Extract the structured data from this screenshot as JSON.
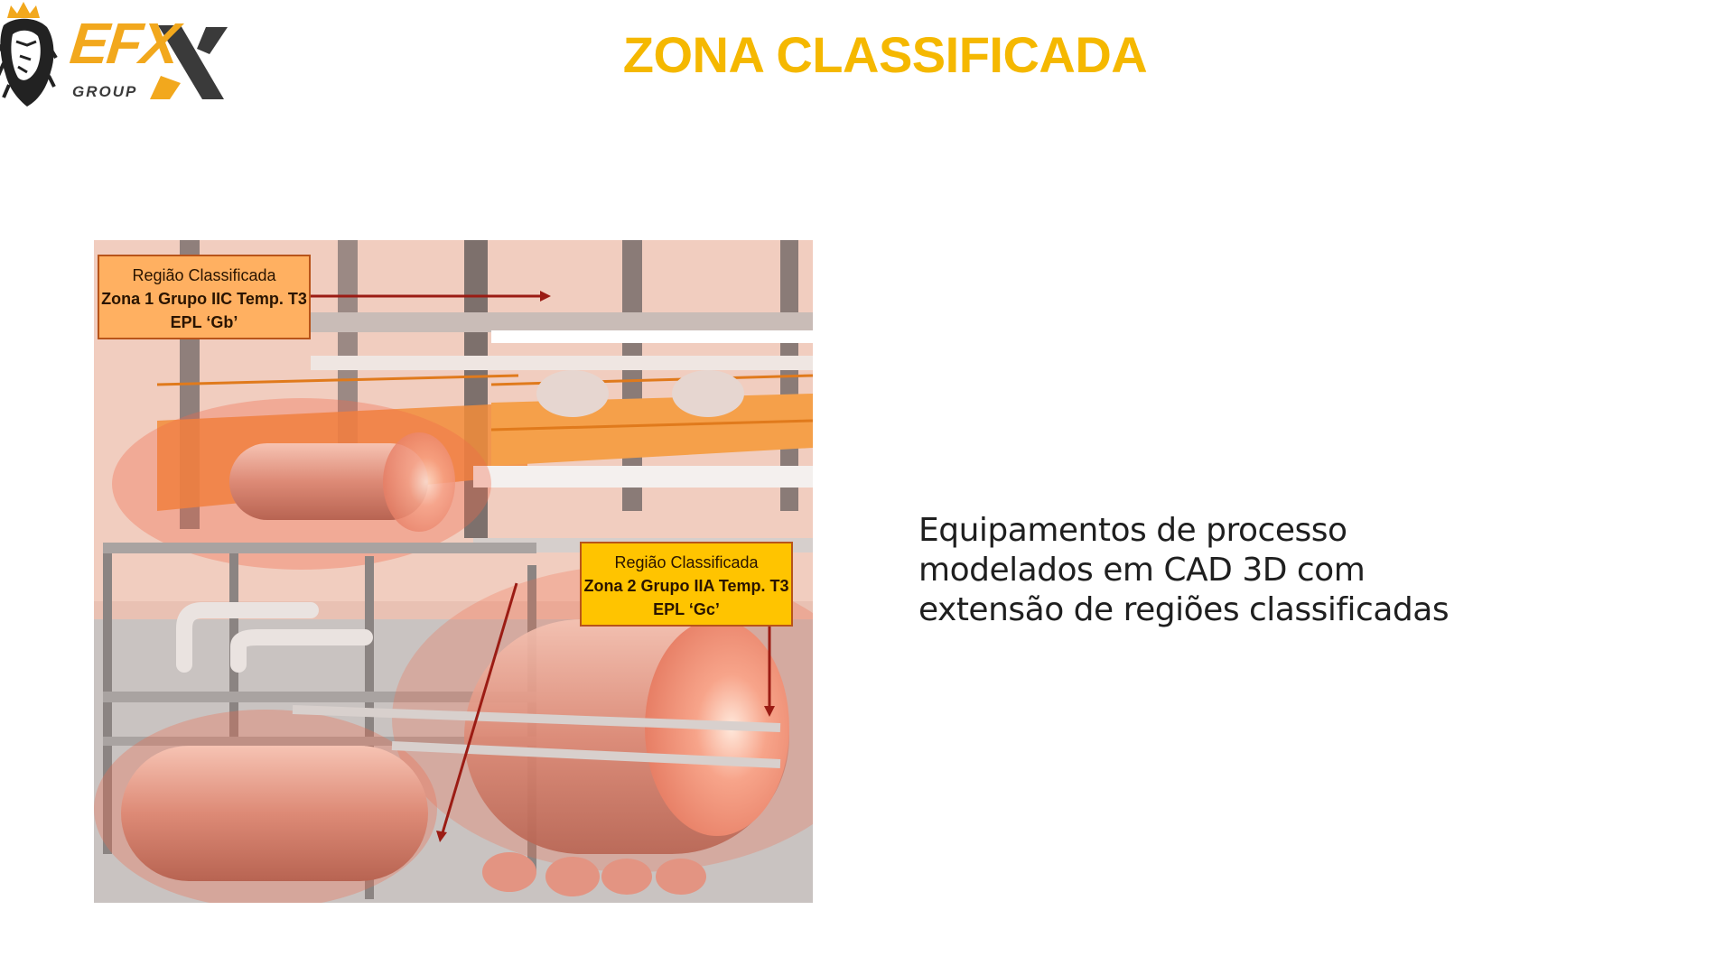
{
  "logo": {
    "letters": "EFX",
    "group": "GROUP",
    "icons": [
      "lion-crown-icon"
    ],
    "colors": {
      "primary": "#f2a81d",
      "dark": "#3a3a3a"
    }
  },
  "slide": {
    "title": "ZONA CLASSIFICADA",
    "caption_lines": [
      "Equipamentos de processo",
      "modelados em CAD 3D com",
      "extensão de regiões classificadas"
    ],
    "colors": {
      "title": "#f5b800",
      "text": "#1f1f1f"
    }
  },
  "figure": {
    "zone1": {
      "line1": "Região Classificada",
      "line2": "Zona 1 Grupo IIC Temp. T3",
      "line3": "EPL ‘Gb’",
      "color": "#ffb061"
    },
    "zone2": {
      "line1": "Região Classificada",
      "line2": "Zona 2 Grupo IIA Temp. T3",
      "line3": "EPL ‘Gc’",
      "color": "#ffc400"
    },
    "arrow_color": "#9b1c14"
  }
}
